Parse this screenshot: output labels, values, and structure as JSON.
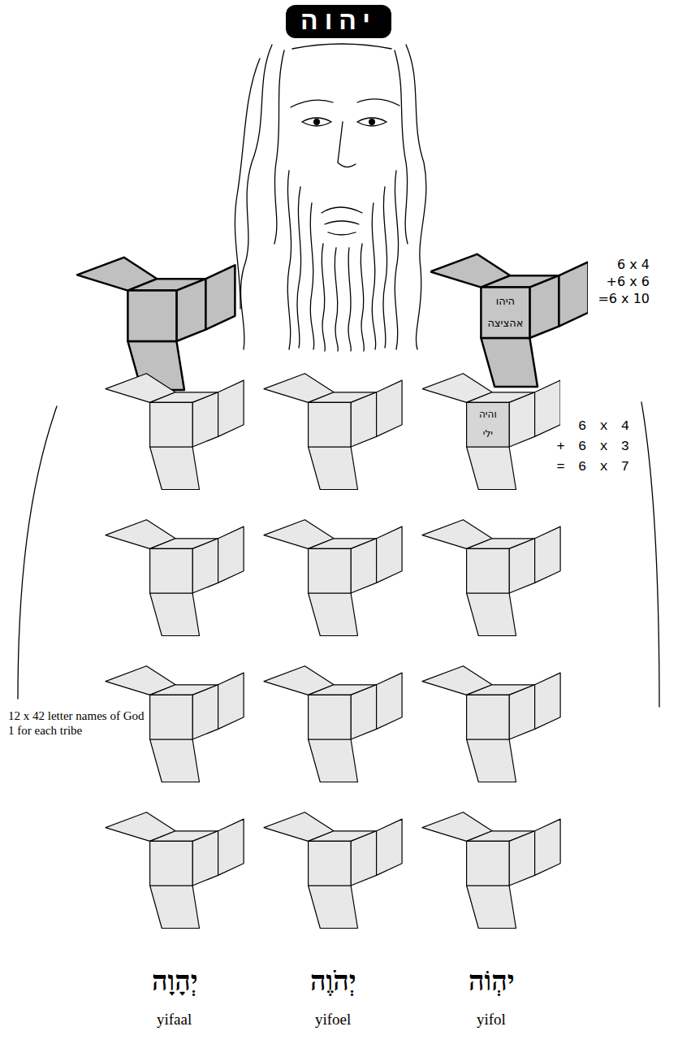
{
  "diagram": {
    "nodes": [
      {
        "text": [
          "יהוה"
        ]
      },
      {
        "text": [
          "היהו",
          "אהציצה"
        ]
      },
      {
        "text": [
          "והיה",
          "ילי"
        ]
      }
    ],
    "labels": [
      "6 x 4",
      "+6 x 6",
      "=6 x 10",
      "6 x 4",
      "+ 6 x 3",
      "= 6 x 7",
      "12 x 42 letter names of God 1 for each tribe",
      "יְהָוָה",
      "yifaal",
      "יְהֹוֶה",
      "yifoel",
      "יהְוֹה",
      "yifol"
    ]
  }
}
